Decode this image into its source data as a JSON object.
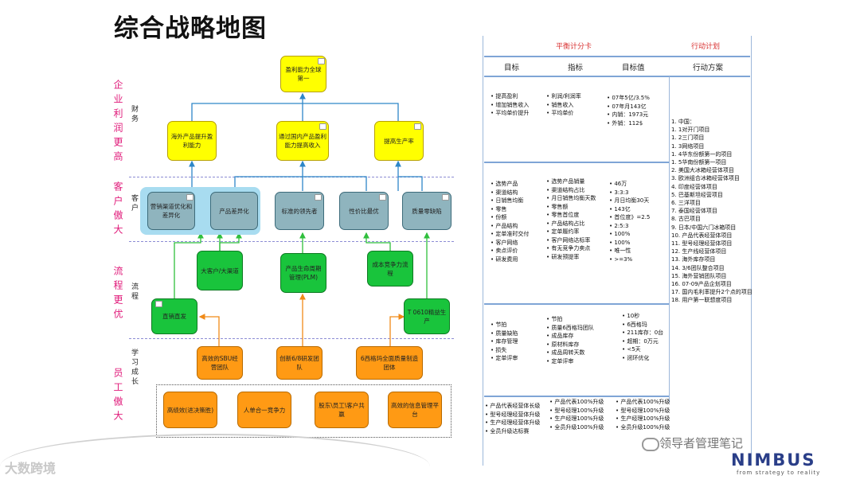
{
  "title": "综合战略地图",
  "perspectives": [
    {
      "label": "企业利润更高",
      "sub": "财务"
    },
    {
      "label": "客户傲大",
      "sub": "客户"
    },
    {
      "label": "流程更优",
      "sub": "流程"
    },
    {
      "label": "员工傲大",
      "sub": "学习成长"
    }
  ],
  "map": {
    "top": "盈利能力全球第一",
    "finance": [
      "海外产品提升盈利能力",
      "通过国内产品盈利能力提高收入",
      "提高生产率"
    ],
    "customer": [
      "营销渠道优化和差异化",
      "产品差异化",
      "标准的领先者",
      "性价比最优",
      "质量零缺陷"
    ],
    "process": [
      "大客户/大渠道",
      "产品生命周期管理(PLM)",
      "成本竞争力流程",
      "直销直发",
      "T 0610精益生产"
    ],
    "learning": [
      "高效的SBU经营团队",
      "创新6/8研发团队",
      "6西格玛全面质量制造团体"
    ],
    "base": [
      "高绩效(进决策胜)",
      "人单合一竞争力",
      "股东\\员工\\客户共赢",
      "高效的信息管理平台"
    ]
  },
  "scorecard": {
    "header_left": "平衡计分卡",
    "header_right": "行动计划",
    "columns": [
      "目标",
      "指标",
      "目标值",
      "行动方案"
    ],
    "rows": [
      {
        "targets": [
          "• 提高盈利",
          "• 增加销售收入",
          "• 平均单价提升"
        ],
        "metrics": [
          "• 利润/利润率",
          "• 销售收入",
          "• 平均单价"
        ],
        "values": [
          "• 07年5亿/3.5%",
          "• 07年月143亿",
          "• 内销：1973元",
          "• 外销：112$"
        ]
      },
      {
        "targets": [
          "• 选势产品",
          "• 渠道结构",
          "• 日销售均衡",
          "• 零售",
          "• 份额",
          "• 产品结构",
          "• 定单准时交付",
          "• 客户网络",
          "• 卖点评价",
          "• 研发费用"
        ],
        "metrics": [
          "• 选势产品销量",
          "• 渠道结构占比",
          "• 月日销售均衡天数",
          "• 零售额",
          "• 零售首位度",
          "• 产品结构占比",
          "• 定单履约率",
          "• 客户网络达标率",
          "• 有无竞争力卖点",
          "• 研发预提率"
        ],
        "values": [
          "• 46万",
          "• 3:3:3",
          "• 月日均衡30天",
          "• 143亿",
          "• 首位度》=2.5",
          "• 2:5:3",
          "• 100%",
          "• 100%",
          "• 唯一性",
          "• >=3%"
        ]
      },
      {
        "targets": [
          "• 节拍",
          "• 质量缺陷",
          "• 库存管理",
          "• 损失",
          "• 定单评审"
        ],
        "metrics": [
          "• 节拍",
          "• 质量6西格玛团队",
          "• 成品库存",
          "• 原材料库存",
          "• 成品周转天数",
          "• 定单评审"
        ],
        "values": [
          "• 10秒",
          "• 6西格玛",
          "• 211库存：0台",
          "• 超期：0万元",
          "• <5天",
          "• 闭环优化"
        ]
      },
      {
        "targets": [
          "• 产品代表经营体长级",
          "• 型号经理经营体升级",
          "• 生产经理经营体升级",
          "• 全员升级达标赛"
        ],
        "metrics": [
          "• 产品代表100%升级",
          "• 型号经理100%升级",
          "• 生产经理100%升级",
          "• 全员升级100%升级"
        ],
        "values": [
          "• 产品代表100%升级",
          "• 型号经理100%升级",
          "• 生产经理100%升级",
          "• 全员升级100%升级"
        ]
      }
    ],
    "actions": [
      "1. 中国：",
      "1. 1对开门项目",
      "1. 2三门项目",
      "1. 3网络项目",
      "1. 4华东份额第一的项目",
      "1. 5华南份额第一项目",
      "2. 美国大冰箱经营体项目",
      "3. 欧洲组合冰箱经营体项目",
      "4. 印度经营体项目",
      "5. 巴基斯坦经营项目",
      "6. 三洋项目",
      "7. 泰国经营体项目",
      "8. 古巴项目",
      "9. 日本/中国六门冰箱项目",
      "10. 产品代表经营体项目",
      "11. 型号经理经营体项目",
      "12. 生产线经营体项目",
      "13. 海外库存项目",
      "14. 3/6团队整合项目",
      "15. 海外营销团队项目",
      "16. 07-09产品企划项目",
      "17. 国内毛利率提升2个点的项目",
      "18. 用户第一联想度项目"
    ]
  },
  "watermark": "领导者管理笔记",
  "watermark_left": "大数跨境",
  "logo": "NIMBUS",
  "logo_sub": "from strategy to reality"
}
